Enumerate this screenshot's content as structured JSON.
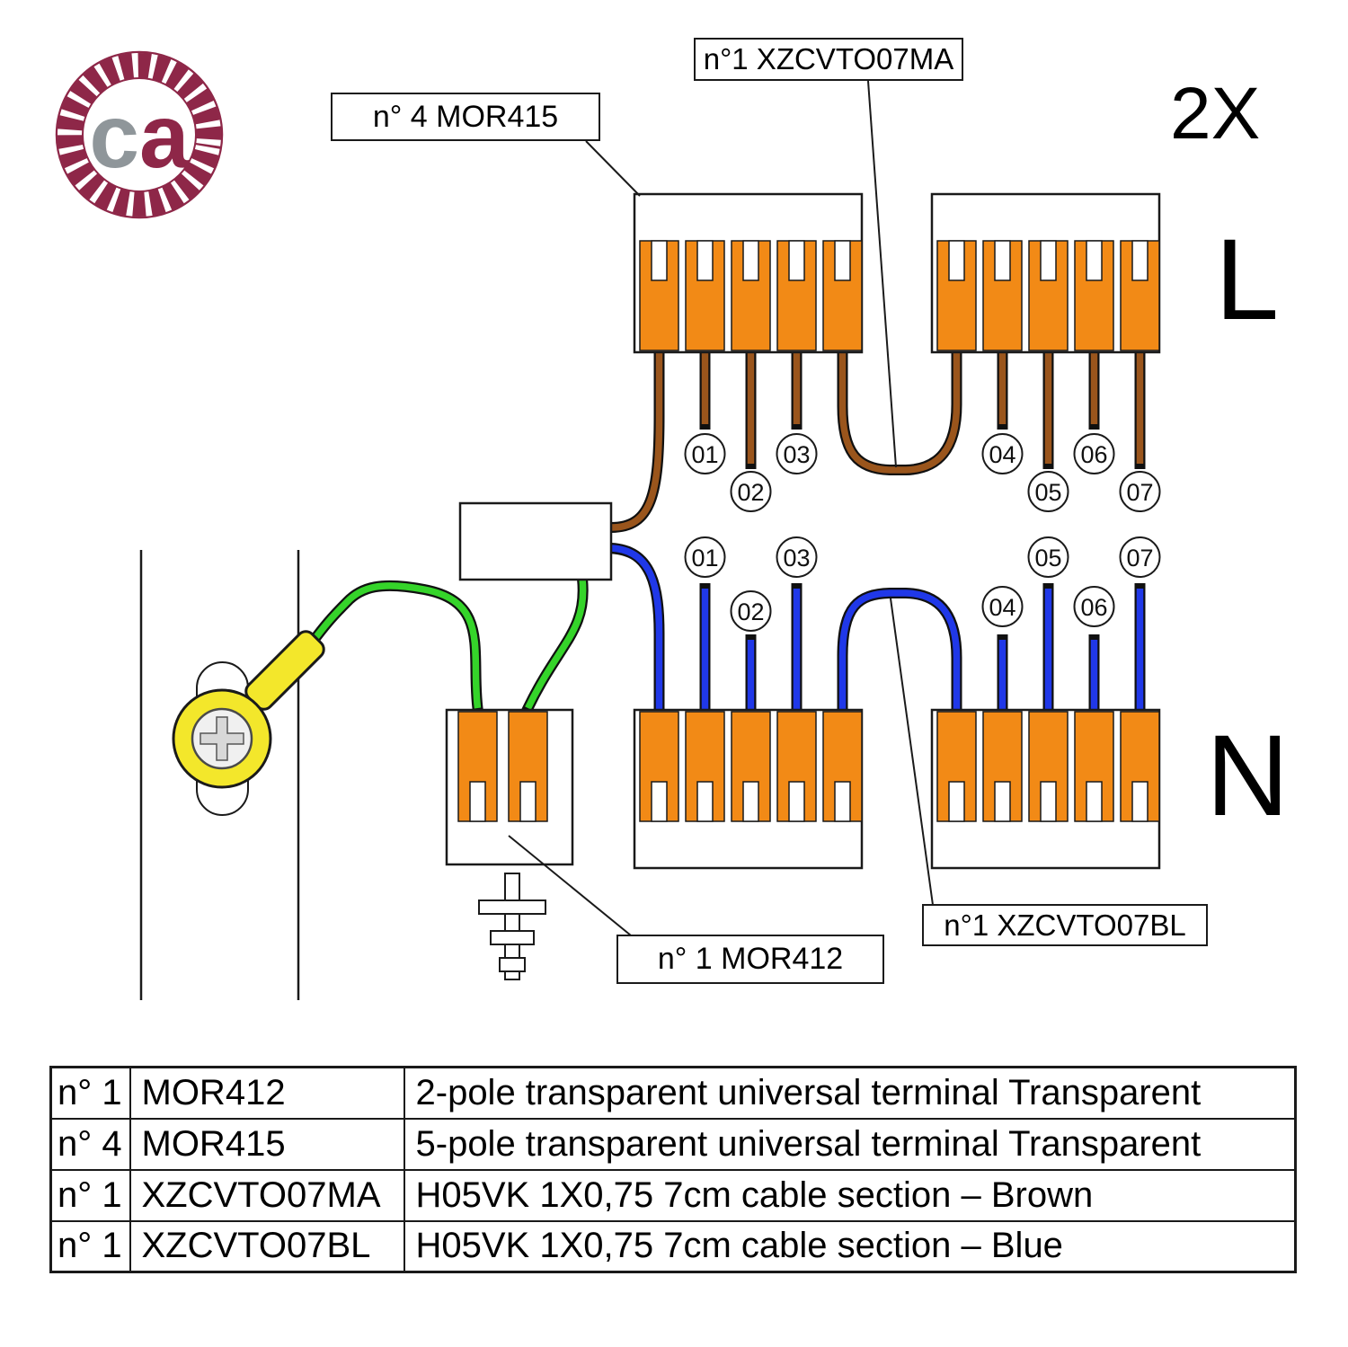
{
  "logo": {
    "c": "c",
    "a": "a"
  },
  "side_labels": {
    "multiplier": "2X",
    "live": "L",
    "neutral": "N"
  },
  "callouts": {
    "mor415": "n° 4 MOR415",
    "xzcvto07ma": "n°1 XZCVTO07MA",
    "mor412": "n° 1 MOR412",
    "xzcvto07bl": "n°1 XZCVTO07BL"
  },
  "wire_numbers_top": [
    "01",
    "02",
    "03",
    "04",
    "05",
    "06",
    "07"
  ],
  "wire_numbers_bottom": [
    "01",
    "02",
    "03",
    "04",
    "05",
    "06",
    "07"
  ],
  "colors": {
    "terminal_orange": "#F28A16",
    "wire_brown": "#9A551C",
    "wire_blue": "#2038E8",
    "wire_green": "#35D42A",
    "lug_yellow": "#F3E72B",
    "logo_bordeaux": "#8E2748",
    "logo_gray": "#8F969A"
  },
  "bom_table": {
    "rows": [
      {
        "qty": "n° 1",
        "code": "MOR412",
        "desc": "2-pole transparent universal terminal Transparent"
      },
      {
        "qty": "n° 4",
        "code": "MOR415",
        "desc": "5-pole transparent universal terminal Transparent"
      },
      {
        "qty": "n° 1",
        "code": "XZCVTO07MA",
        "desc": "H05VK 1X0,75 7cm cable section – Brown"
      },
      {
        "qty": "n° 1",
        "code": "XZCVTO07BL",
        "desc": "H05VK 1X0,75 7cm cable section – Blue"
      }
    ]
  }
}
